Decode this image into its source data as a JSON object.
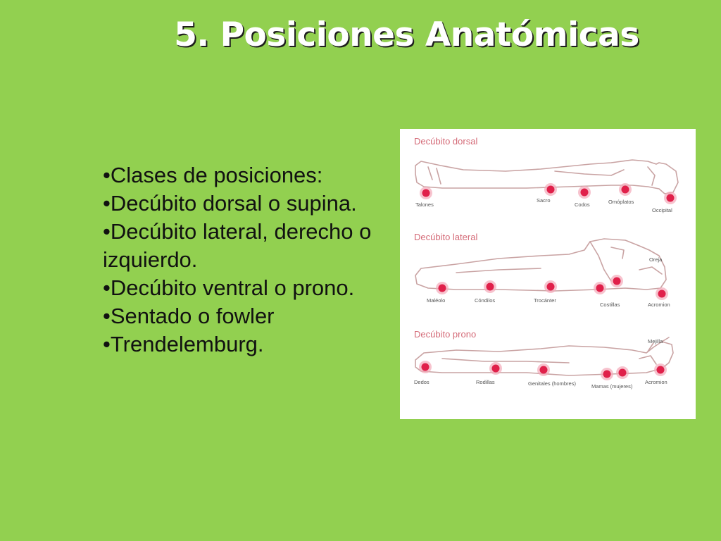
{
  "slide": {
    "title": "5. Posiciones Anatómicas",
    "background_color": "#92d050",
    "title_color": "#ffffff",
    "bullets": [
      "•Clases de posiciones:",
      "•Decúbito dorsal o supina.",
      "•Decúbito lateral, derecho o izquierdo.",
      "•Decúbito ventral o prono.",
      "•Sentado o fowler",
      "•Trendelemburg."
    ]
  },
  "figure": {
    "accent_color": "#e0204a",
    "panels": [
      {
        "heading": "Decúbito dorsal",
        "labels": [
          "Talones",
          "Sacro",
          "Codos",
          "Omóplatos",
          "Occipital"
        ]
      },
      {
        "heading": "Decúbito lateral",
        "labels": [
          "Maléolo",
          "Cóndilos",
          "Trocánter",
          "Costillas",
          "Oreja",
          "Acromion"
        ]
      },
      {
        "heading": "Decúbito prono",
        "labels": [
          "Dedos",
          "Rodillas",
          "Genitales (hombres)",
          "Mamas (mujeres)",
          "Mejilla",
          "Acromion"
        ]
      }
    ]
  }
}
